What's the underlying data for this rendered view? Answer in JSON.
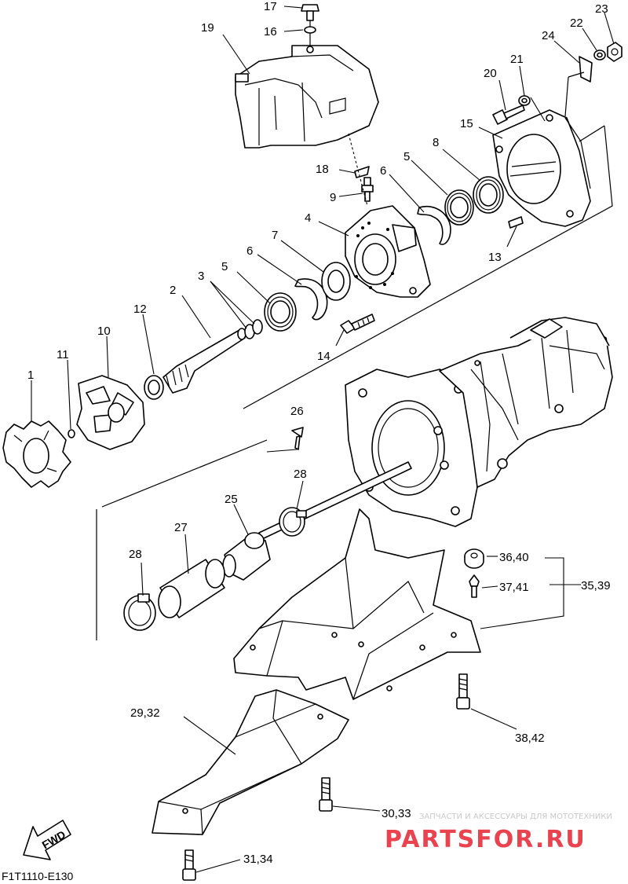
{
  "diagram": {
    "code": "F1T1110-E130",
    "fwd_label": "FWD",
    "watermark_small": "ЗАПЧАСТИ И АКСЕССУАРЫ ДЛЯ МОТОТЕХНИКИ",
    "watermark_brand": "PARTSFOR.RU",
    "callouts": {
      "c1": "1",
      "c2": "2",
      "c3": "3",
      "c4": "4",
      "c5a": "5",
      "c5b": "5",
      "c6a": "6",
      "c6b": "6",
      "c7": "7",
      "c8": "8",
      "c9": "9",
      "c10": "10",
      "c11": "11",
      "c12": "12",
      "c13": "13",
      "c14": "14",
      "c15": "15",
      "c16": "16",
      "c17": "17",
      "c18": "18",
      "c19": "19",
      "c20": "20",
      "c21": "21",
      "c22": "22",
      "c23": "23",
      "c24": "24",
      "c25": "25",
      "c26": "26",
      "c27": "27",
      "c28a": "28",
      "c28b": "28",
      "c29": "29,32",
      "c30": "30,33",
      "c31": "31,34",
      "c35": "35,39",
      "c36": "36,40",
      "c37": "37,41",
      "c38": "38,42"
    }
  }
}
